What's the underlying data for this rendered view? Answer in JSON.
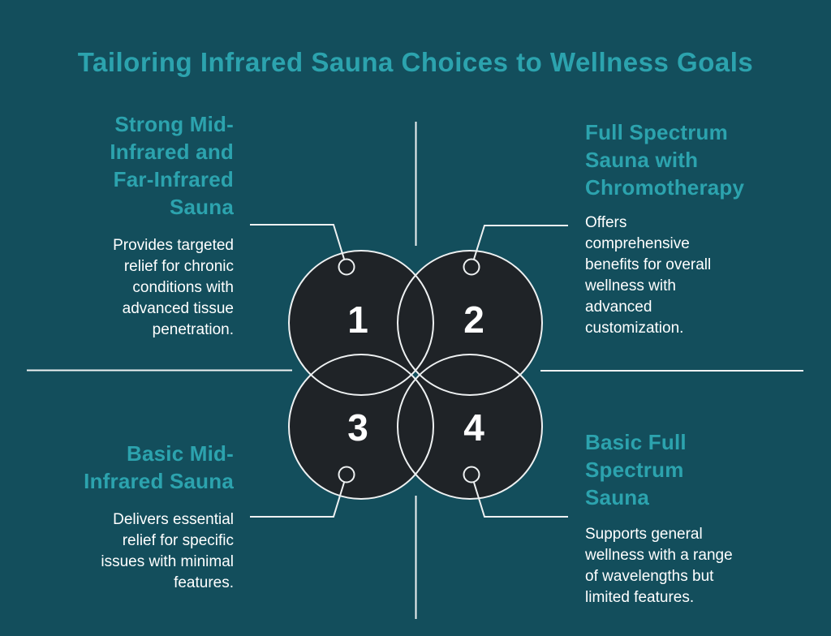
{
  "title": "Tailoring Infrared Sauna Choices to Wellness Goals",
  "colors": {
    "background": "#134e5c",
    "accent_teal": "#2ca3ae",
    "body_text": "#ffffff",
    "circle_fill": "#1f2327",
    "line": "#eef1f2"
  },
  "quadrants": [
    {
      "number": "1",
      "position": "top-left",
      "heading_lines": [
        "Strong Mid-",
        "Infrared and",
        "Far-Infrared",
        "Sauna"
      ],
      "body_lines": [
        "Provides targeted",
        "relief for chronic",
        "conditions with",
        "advanced tissue",
        "penetration."
      ]
    },
    {
      "number": "2",
      "position": "top-right",
      "heading_lines": [
        "Full Spectrum",
        "Sauna with",
        "Chromotherapy"
      ],
      "body_lines": [
        "Offers",
        "comprehensive",
        "benefits for overall",
        "wellness with",
        "advanced",
        "customization."
      ]
    },
    {
      "number": "3",
      "position": "bottom-left",
      "heading_lines": [
        "Basic Mid-",
        "Infrared Sauna"
      ],
      "body_lines": [
        "Delivers essential",
        "relief for specific",
        "issues with minimal",
        "features."
      ]
    },
    {
      "number": "4",
      "position": "bottom-right",
      "heading_lines": [
        "Basic Full",
        "Spectrum",
        "Sauna"
      ],
      "body_lines": [
        "Supports general",
        "wellness with a range",
        "of wavelengths but",
        "limited features."
      ]
    }
  ]
}
